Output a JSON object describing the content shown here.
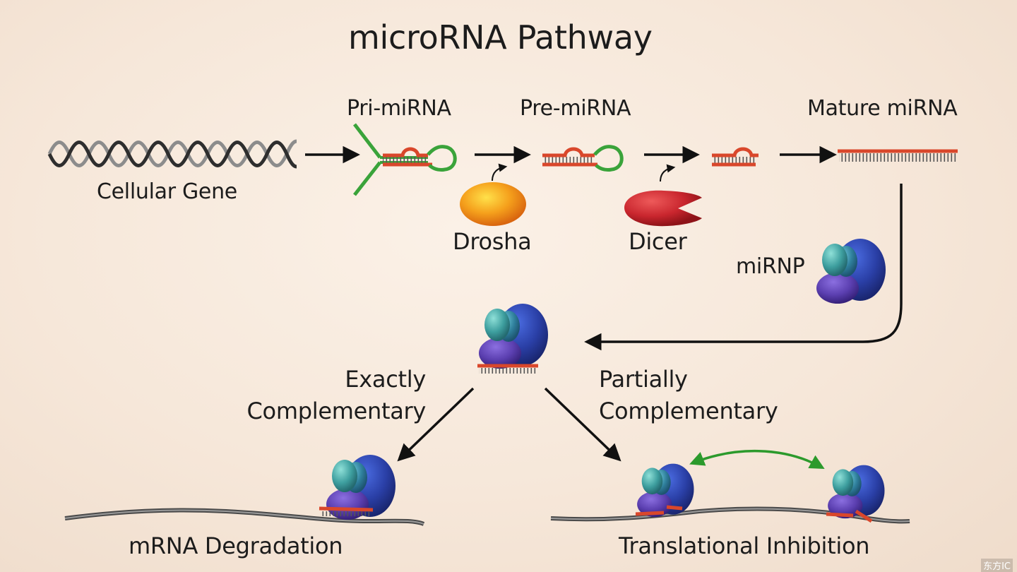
{
  "title": "microRNA Pathway",
  "labels": {
    "cellular_gene": "Cellular Gene",
    "pri_mirna": "Pri-miRNA",
    "pre_mirna": "Pre-miRNA",
    "mature_mirna": "Mature miRNA",
    "drosha": "Drosha",
    "dicer": "Dicer",
    "mirnp": "miRNP",
    "exactly_complementary": [
      "Exactly",
      "Complementary"
    ],
    "partially_complementary": [
      "Partially",
      "Complementary"
    ],
    "mrna_degradation": "mRNA Degradation",
    "translational_inhibition": "Translational Inhibition"
  },
  "watermark": "东方IC",
  "colors": {
    "rna": "#d9472b",
    "loop": "#3aa33a",
    "drosha": "#f0a21a",
    "dicer": "#c9262e",
    "protein_dark": "#2a3fa6",
    "protein_mid": "#5b3fb0",
    "protein_teal": "#3e9f9f",
    "arrow": "#111111",
    "green_arrow": "#2c9a2c",
    "strand": "#3a3a3a"
  }
}
